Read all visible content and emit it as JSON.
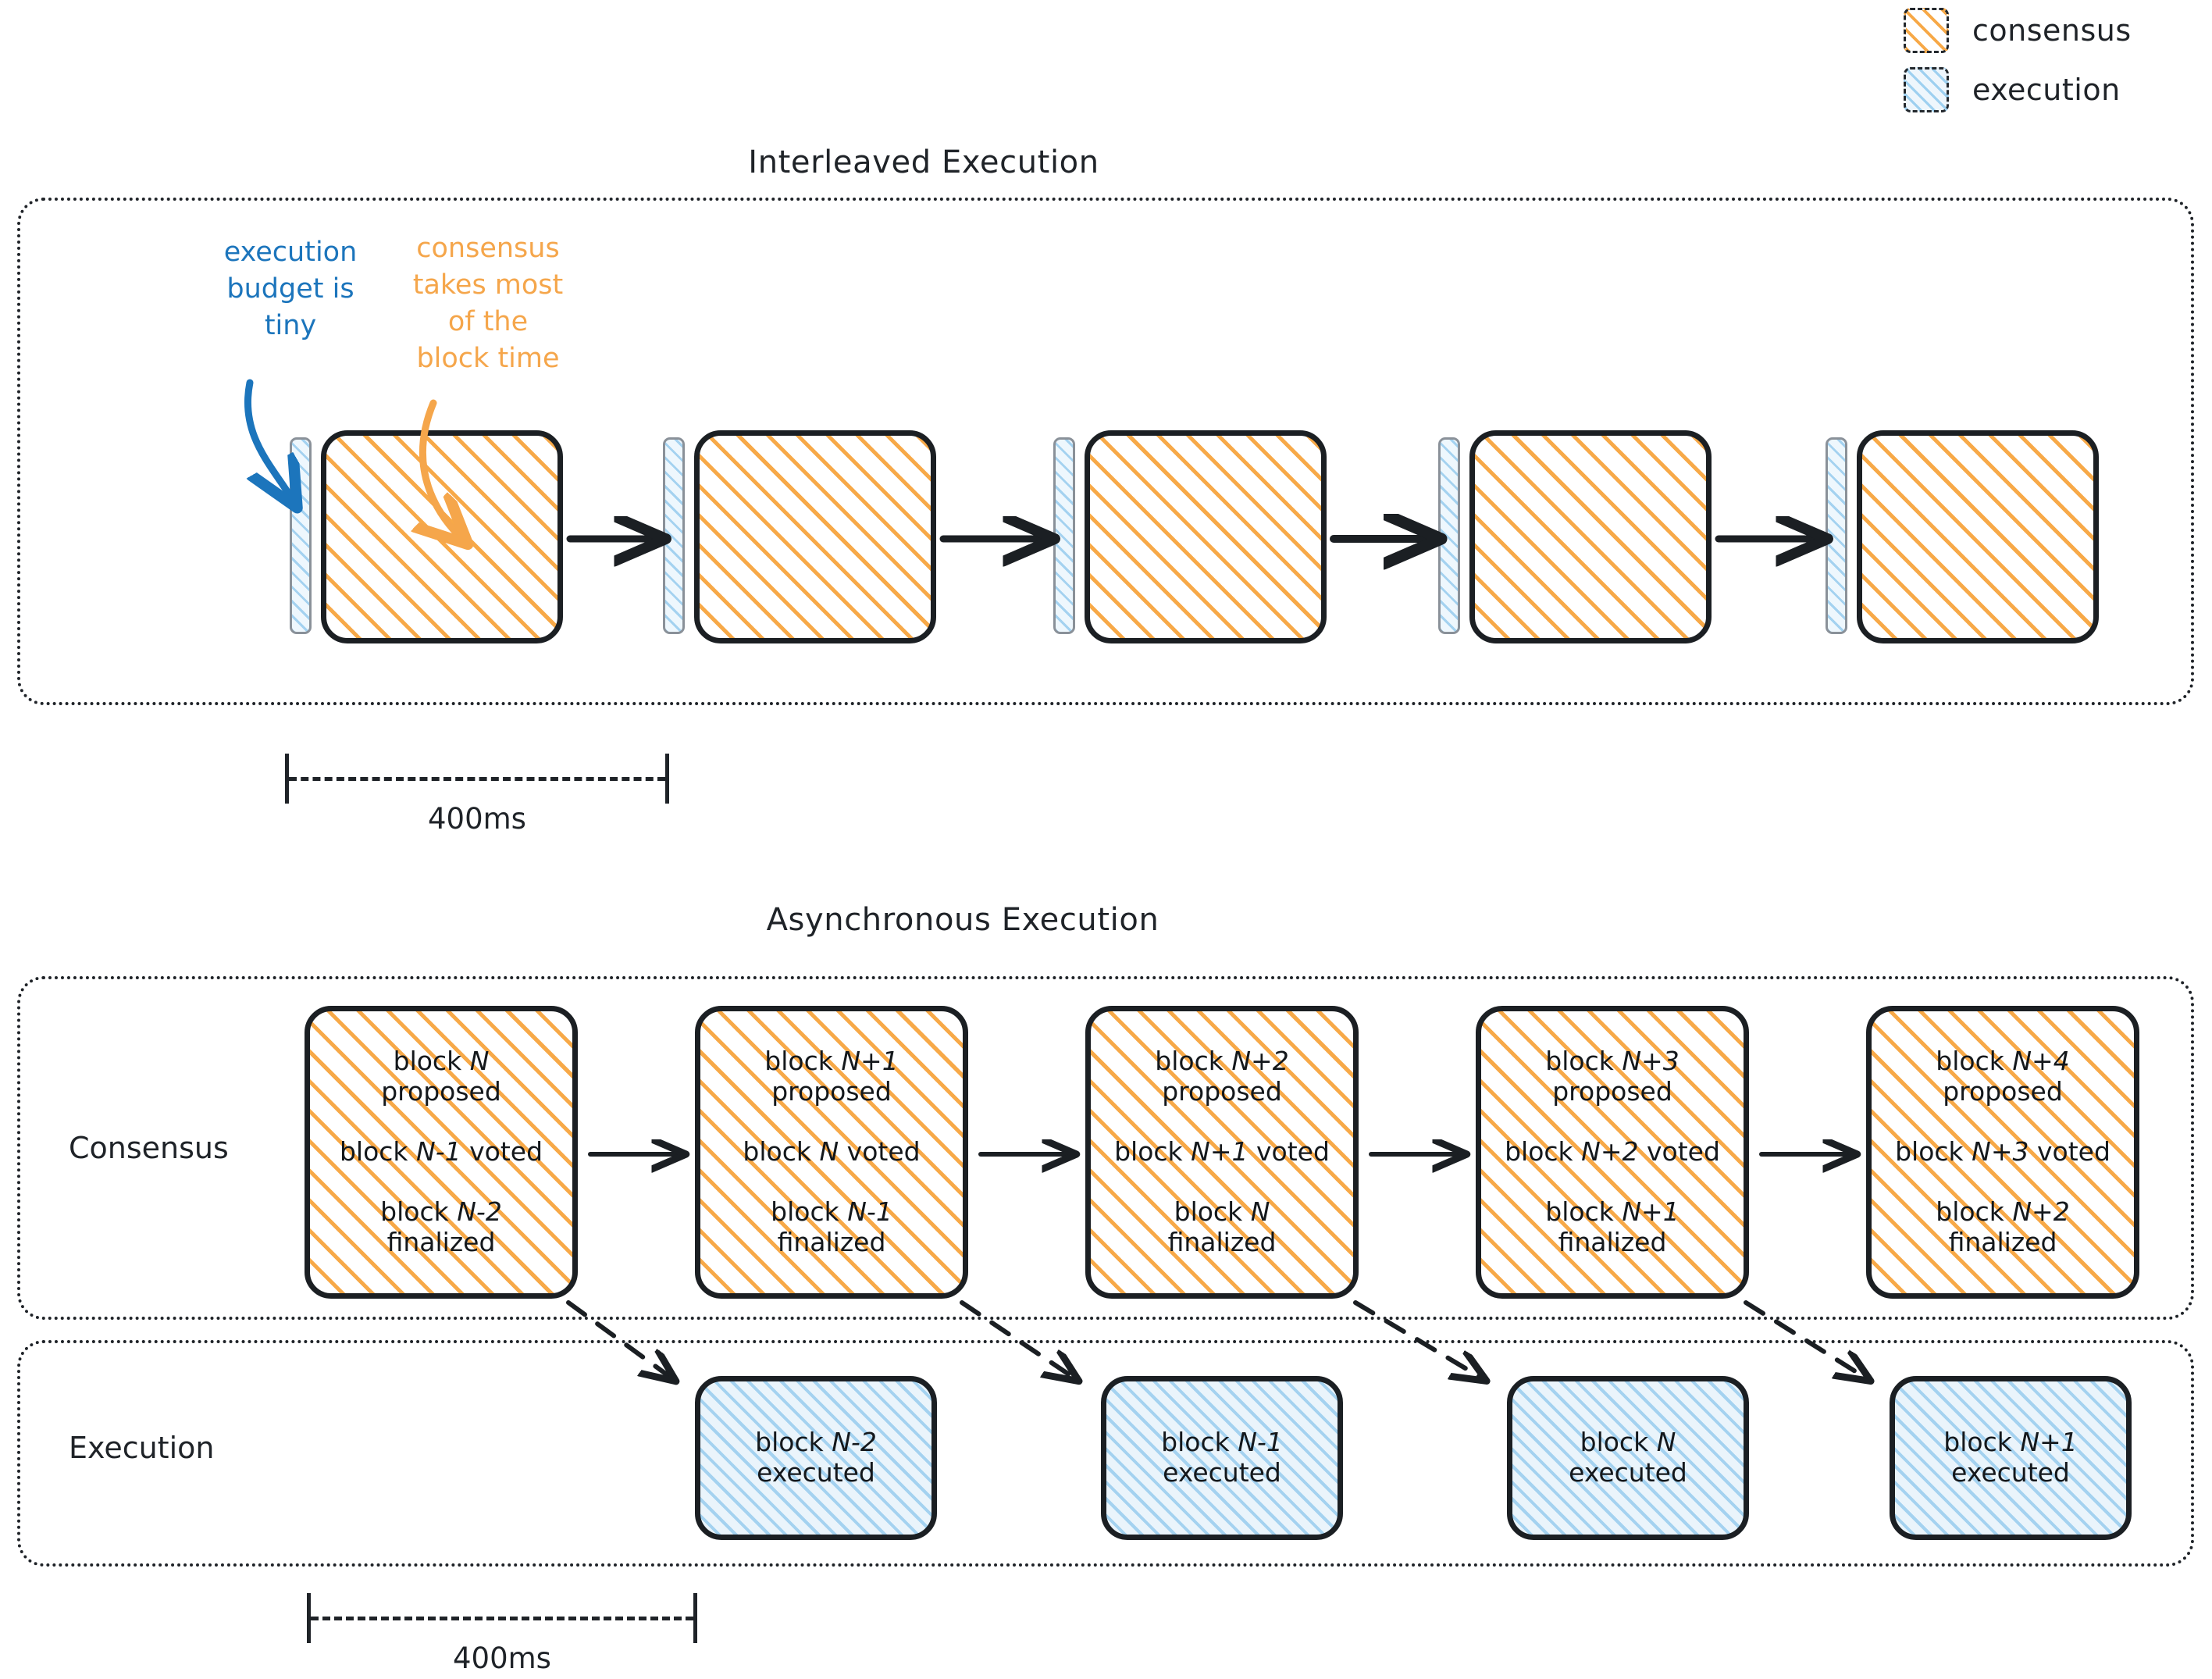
{
  "legend": {
    "items": [
      {
        "label": "consensus",
        "swatch": "consensus-hatch-swatch",
        "color": "#F7A948"
      },
      {
        "label": "execution",
        "swatch": "execution-hatch-swatch",
        "color": "#A4D2F0"
      }
    ]
  },
  "interleaved": {
    "title": "Interleaved Execution",
    "annotations": {
      "execution_note": "execution\nbudget is\ntiny",
      "execution_note_color": "#1C75BC",
      "consensus_note": "consensus\ntakes most\nof the\nblock time",
      "consensus_note_color": "#F5A64B"
    },
    "slots": [
      {
        "execution_label": "execution-sliver",
        "consensus_label": "consensus-block"
      },
      {
        "execution_label": "execution-sliver",
        "consensus_label": "consensus-block"
      },
      {
        "execution_label": "execution-sliver",
        "consensus_label": "consensus-block"
      },
      {
        "execution_label": "execution-sliver",
        "consensus_label": "consensus-block"
      },
      {
        "execution_label": "execution-sliver",
        "consensus_label": "consensus-block"
      }
    ],
    "timing": {
      "label": "400ms"
    }
  },
  "asynchronous": {
    "title": "Asynchronous Execution",
    "rows": {
      "consensus_label": "Consensus",
      "execution_label": "Execution"
    },
    "consensus_blocks": [
      {
        "line1": "block N",
        "line2": "proposed",
        "line3": "block N-1 voted",
        "line4": "block N-2",
        "line5": "finalized"
      },
      {
        "line1": "block N+1",
        "line2": "proposed",
        "line3": "block N voted",
        "line4": "block N-1",
        "line5": "finalized"
      },
      {
        "line1": "block N+2",
        "line2": "proposed",
        "line3": "block N+1 voted",
        "line4": "block N",
        "line5": "finalized"
      },
      {
        "line1": "block N+3",
        "line2": "proposed",
        "line3": "block N+2 voted",
        "line4": "block N+1",
        "line5": "finalized"
      },
      {
        "line1": "block N+4",
        "line2": "proposed",
        "line3": "block N+3 voted",
        "line4": "block N+2",
        "line5": "finalized"
      }
    ],
    "execution_blocks": [
      {
        "line1": "block N-2",
        "line2": "executed"
      },
      {
        "line1": "block N-1",
        "line2": "executed"
      },
      {
        "line1": "block N",
        "line2": "executed"
      },
      {
        "line1": "block N+1",
        "line2": "executed"
      }
    ],
    "timing": {
      "label": "400ms"
    }
  },
  "colors": {
    "consensus": "#F7A948",
    "execution": "#A4D2F0",
    "ink": "#1f2328",
    "blue_note": "#1C75BC",
    "orange_note": "#F5A64B"
  }
}
